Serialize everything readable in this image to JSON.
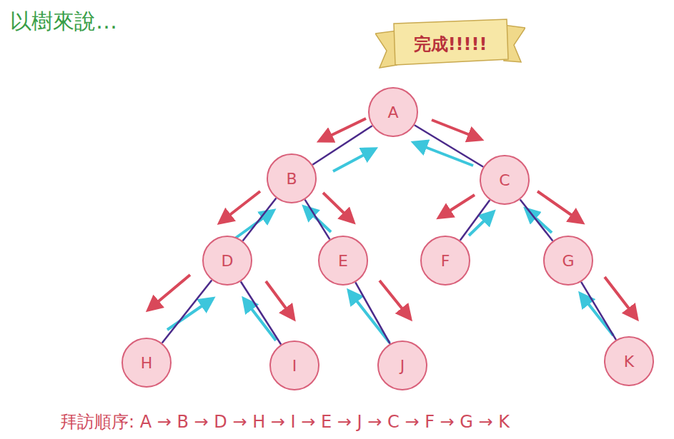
{
  "diagram": {
    "title": "以樹來說…",
    "caption": "拜訪順序: A → B → D → H → I → E → J → C → F → G → K",
    "nodes": [
      {
        "text": [
          "完成!!!!!"
        ]
      },
      {
        "text": [
          "A"
        ]
      },
      {
        "text": [
          "B"
        ]
      },
      {
        "text": [
          "C"
        ]
      },
      {
        "text": [
          "D"
        ]
      },
      {
        "text": [
          "E"
        ]
      },
      {
        "text": [
          "F"
        ]
      },
      {
        "text": [
          "G"
        ]
      },
      {
        "text": [
          "H"
        ]
      },
      {
        "text": [
          "I"
        ]
      },
      {
        "text": [
          "J"
        ]
      },
      {
        "text": [
          "K"
        ]
      }
    ],
    "edges": [
      {
        "from": 1,
        "to": 2,
        "arrow": "none"
      },
      {
        "from": 1,
        "to": 3,
        "arrow": "none"
      },
      {
        "from": 2,
        "to": 4,
        "arrow": "none"
      },
      {
        "from": 2,
        "to": 5,
        "arrow": "none"
      },
      {
        "from": 3,
        "to": 6,
        "arrow": "none"
      },
      {
        "from": 3,
        "to": 7,
        "arrow": "none"
      },
      {
        "from": 4,
        "to": 8,
        "arrow": "none"
      },
      {
        "from": 4,
        "to": 9,
        "arrow": "none"
      },
      {
        "from": 5,
        "to": 10,
        "arrow": "none"
      },
      {
        "from": 7,
        "to": 11,
        "arrow": "none"
      }
    ]
  }
}
